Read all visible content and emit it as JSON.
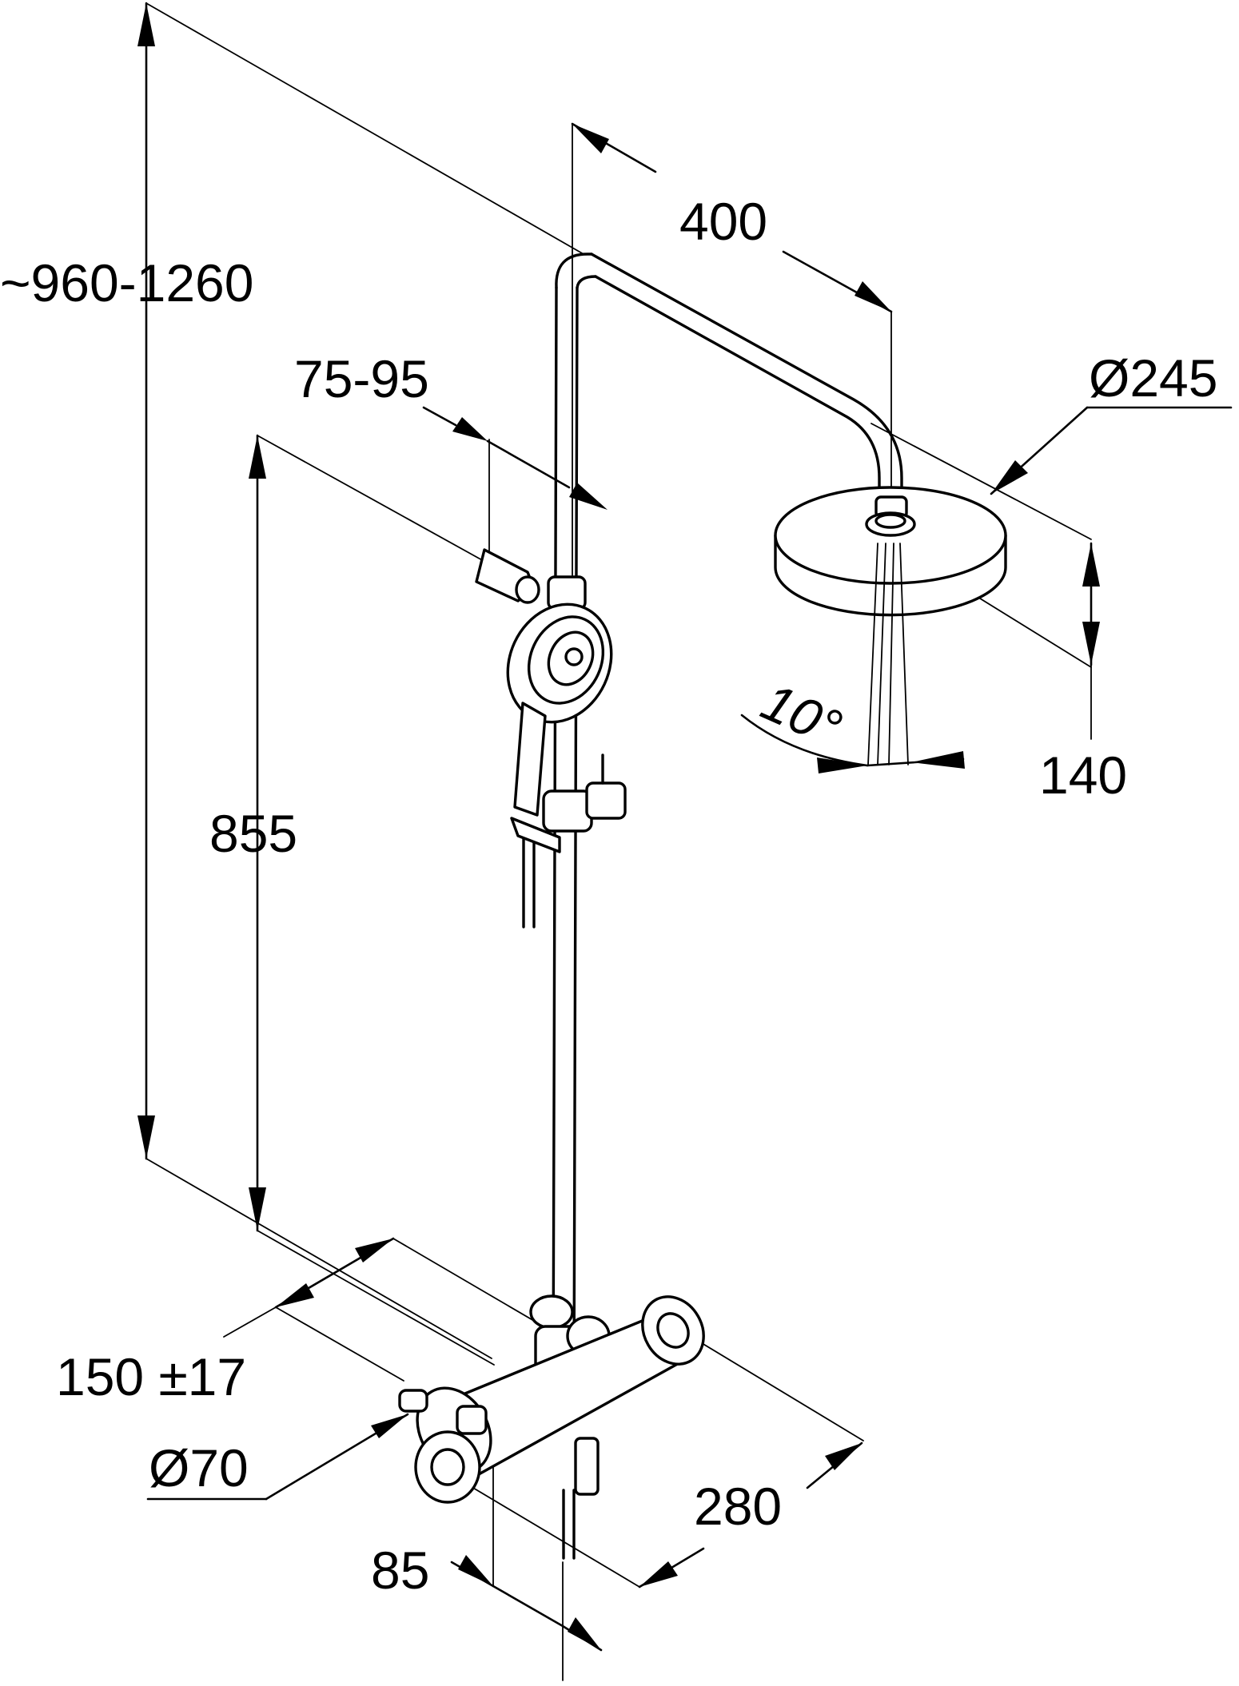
{
  "dimensions": {
    "total_height": "~960-1260",
    "arm_length": "400",
    "head_diameter": "Ø245",
    "holder_offset": "75-95",
    "rail_height": "855",
    "head_offset": "140",
    "tilt_angle": "10°",
    "inlet_spacing": "150 ±17",
    "mixer_diameter": "Ø70",
    "mixer_length": "280",
    "wall_offset": "85"
  }
}
